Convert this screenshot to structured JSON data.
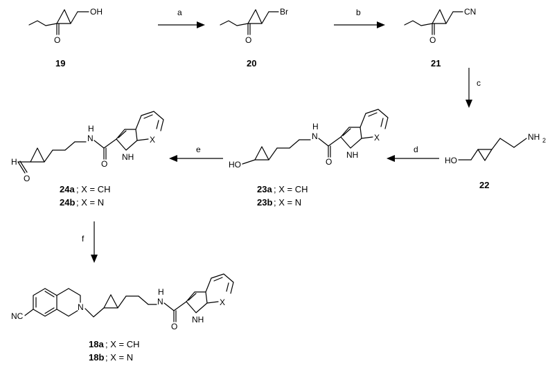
{
  "atoms": {
    "oh": "OH",
    "o": "O",
    "br": "Br",
    "cn": "CN",
    "nc": "NC",
    "nh2_n": "NH",
    "nh2_sub": "2",
    "ho": "HO",
    "n": "N",
    "h": "H",
    "nh": "NH",
    "x": "X"
  },
  "compounds": {
    "c19": "19",
    "c20": "20",
    "c21": "21",
    "c22": "22"
  },
  "captions": {
    "c23a_id": "23a",
    "c23a_rest": "; X = CH",
    "c23b_id": "23b",
    "c23b_rest": "; X = N",
    "c24a_id": "24a",
    "c24a_rest": "; X = CH",
    "c24b_id": "24b",
    "c24b_rest": "; X = N",
    "c18a_id": "18a",
    "c18a_rest": "; X = CH",
    "c18b_id": "18b",
    "c18b_rest": "; X = N"
  },
  "steps": {
    "a": "a",
    "b": "b",
    "c": "c",
    "d": "d",
    "e": "e",
    "f": "f"
  }
}
